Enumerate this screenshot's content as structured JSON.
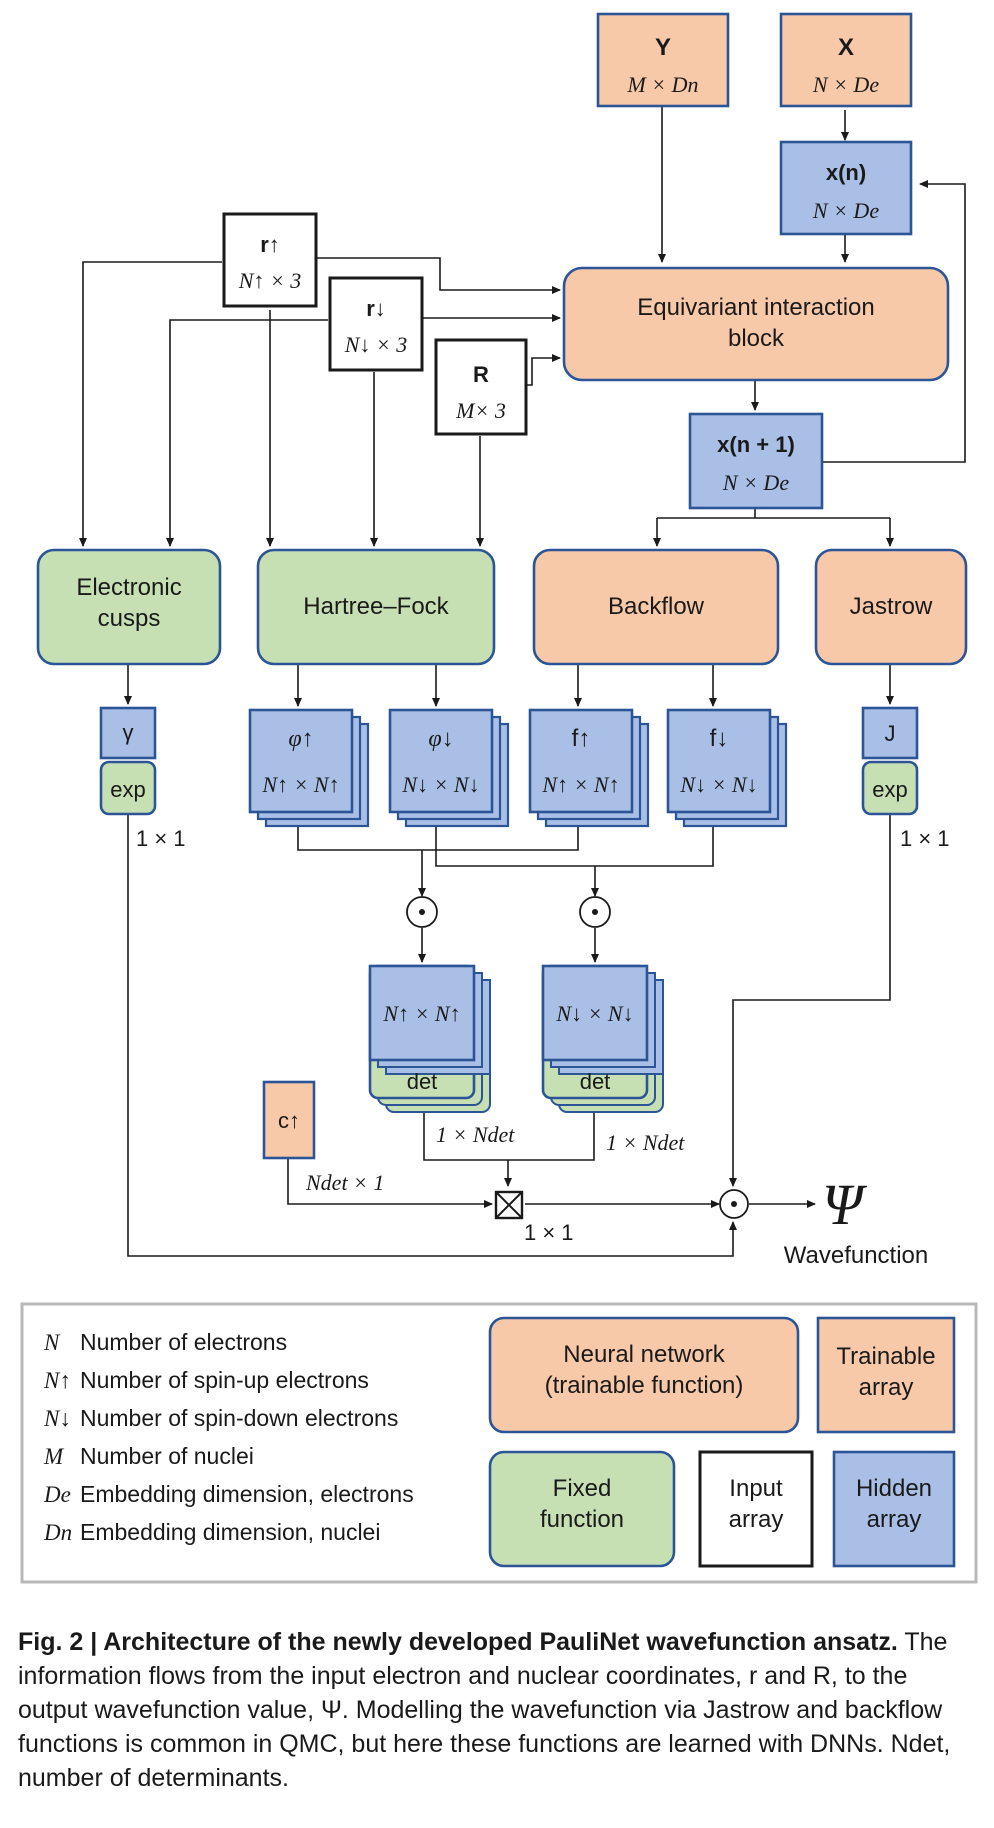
{
  "inputs": {
    "Y": {
      "name": "Y",
      "dim": "M × Dn"
    },
    "X": {
      "name": "X",
      "dim": "N × De"
    },
    "r_up": {
      "name": "r↑",
      "dim": "N↑ × 3"
    },
    "r_down": {
      "name": "r↓",
      "dim": "N↓ × 3"
    },
    "R": {
      "name": "R",
      "dim": "M× 3"
    }
  },
  "hidden": {
    "x_n": {
      "name": "x(n)",
      "dim": "N × De"
    },
    "x_n1": {
      "name": "x(n + 1)",
      "dim": "N × De"
    }
  },
  "blocks": {
    "equivariant": [
      "Equivariant interaction",
      "block"
    ],
    "cusps": [
      "Electronic",
      "cusps"
    ],
    "hartree_fock": "Hartree–Fock",
    "backflow": "Backflow",
    "jastrow": "Jastrow"
  },
  "matrices": {
    "phi_up": {
      "name": "φ↑",
      "dim": "N↑ × N↑"
    },
    "phi_down": {
      "name": "φ↓",
      "dim": "N↓ × N↓"
    },
    "f_up": {
      "name": "f↑",
      "dim": "N↑ × N↑"
    },
    "f_down": {
      "name": "f↓",
      "dim": "N↓ × N↓"
    },
    "det_up": {
      "dim": "N↑ × N↑",
      "label": "det"
    },
    "det_down": {
      "dim": "N↓ × N↓",
      "label": "det"
    }
  },
  "small": {
    "gamma": "γ",
    "exp_left": "exp",
    "J": "J",
    "exp_right": "exp",
    "c": "c↑",
    "one_by_one_left": "1 × 1",
    "one_by_one_right": "1 × 1",
    "ndet_up": "1 × Ndet",
    "ndet_down": "1 × Ndet",
    "ndet_col": "Ndet × 1",
    "product_out": "1 × 1"
  },
  "output": {
    "psi": "Ψ",
    "label": "Wavefunction"
  },
  "legend": {
    "symbols": [
      {
        "sym": "N",
        "desc": "Number of electrons"
      },
      {
        "sym": "N↑",
        "desc": "Number of spin-up electrons"
      },
      {
        "sym": "N↓",
        "desc": "Number of spin-down electrons"
      },
      {
        "sym": "M",
        "desc": "Number of nuclei"
      },
      {
        "sym": "De",
        "desc": "Embedding dimension, electrons"
      },
      {
        "sym": "Dn",
        "desc": "Embedding dimension, nuclei"
      }
    ],
    "neural_network": [
      "Neural network",
      "(trainable function)"
    ],
    "trainable_array": [
      "Trainable",
      "array"
    ],
    "fixed_function": [
      "Fixed",
      "function"
    ],
    "input_array": [
      "Input",
      "array"
    ],
    "hidden_array": [
      "Hidden",
      "array"
    ]
  },
  "caption": {
    "figure": "Fig. 2 | Architecture of the newly developed PauliNet wavefunction ansatz.",
    "text": "The information flows from the input electron and nuclear coordinates, r and R, to the output wavefunction value, Ψ. Modelling the wavefunction via Jastrow and backflow functions is common in QMC, but here these functions are learned with DNNs. Ndet, number of determinants."
  },
  "colors": {
    "neural_network": "#f8c9a9",
    "fixed_function": "#c6e0b4",
    "hidden_array": "#a9bfe6",
    "border": "#2b5597"
  }
}
